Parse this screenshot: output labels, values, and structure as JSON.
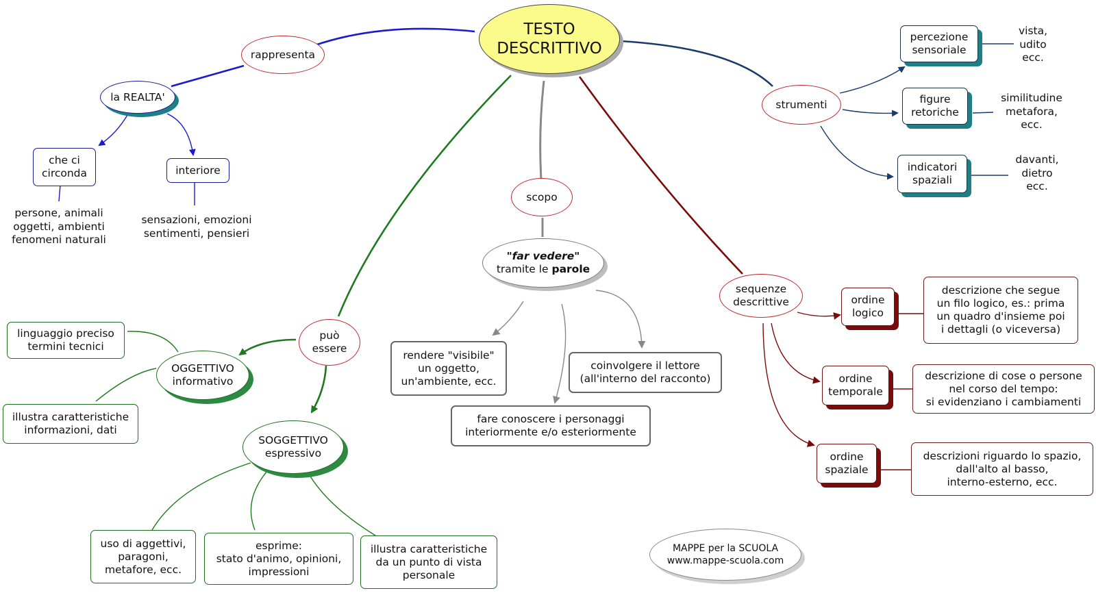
{
  "central": [
    "TESTO",
    "DESCRITTIVO"
  ],
  "rappresenta": "rappresenta",
  "realta": "la REALTA'",
  "circonda": [
    "che ci",
    "circonda"
  ],
  "interiore": "interiore",
  "circonda_text": [
    "persone, animali",
    "oggetti, ambienti",
    "fenomeni naturali"
  ],
  "interiore_text": [
    "sensazioni, emozioni",
    "sentimenti, pensieri"
  ],
  "strumenti": "strumenti",
  "percezione": [
    "percezione",
    "sensoriale"
  ],
  "percezione_text": [
    "vista,",
    "udito",
    "ecc."
  ],
  "figure": [
    "figure",
    "retoriche"
  ],
  "figure_text": [
    "similitudine",
    "metafora,",
    "ecc."
  ],
  "indicatori": [
    "indicatori",
    "spaziali"
  ],
  "indicatori_text": [
    "davanti,",
    "dietro",
    "ecc."
  ],
  "scopo": "scopo",
  "far_vedere": {
    "italic": "\"far vedere\"",
    "prefix": "tramite le ",
    "bold": "parole"
  },
  "rendere": [
    "rendere \"visibile\"",
    "un oggetto,",
    "un'ambiente, ecc."
  ],
  "coinvolgere": [
    "coinvolgere il lettore",
    "(all'interno del racconto)"
  ],
  "conoscere": [
    "fare conoscere i personaggi",
    "interiormente e/o esteriormente"
  ],
  "puo_essere": [
    "può",
    "essere"
  ],
  "oggettivo": [
    "OGGETTIVO",
    "informativo"
  ],
  "linguaggio": [
    "linguaggio preciso",
    "termini tecnici"
  ],
  "illustra_ogg": [
    "illustra caratteristiche",
    "informazioni, dati"
  ],
  "soggettivo": [
    "SOGGETTIVO",
    "espressivo"
  ],
  "uso": [
    "uso di aggettivi,",
    "paragoni,",
    "metafore, ecc."
  ],
  "esprime": [
    "esprime:",
    "stato d'animo, opinioni,",
    "impressioni"
  ],
  "illustra_sogg": [
    "illustra caratteristiche",
    "da un punto di vista",
    "personale"
  ],
  "sequenze": [
    "sequenze",
    "descrittive"
  ],
  "logico": [
    "ordine",
    "logico"
  ],
  "logico_text": [
    "descrizione che segue",
    "un filo logico, es.: prima",
    "un quadro d'insieme poi",
    "i dettagli (o viceversa)"
  ],
  "temporale": [
    "ordine",
    "temporale"
  ],
  "temporale_text": [
    "descrizione di cose o persone",
    "nel corso del tempo:",
    "si evidenziano i cambiamenti"
  ],
  "spaziale": [
    "ordine",
    "spaziale"
  ],
  "spaziale_text": [
    "descrizioni riguardo lo spazio,",
    "dall'alto al basso,",
    "interno-esterno, ecc."
  ],
  "footer": [
    "MAPPE per la SCUOLA",
    "www.mappe-scuola.com"
  ],
  "colors": {
    "central_fill": "#fbfb8c",
    "blue": "#1a1ad0",
    "navy": "#1a3a6a",
    "teal_shadow": "#1f7f86",
    "green": "#1e7a1e",
    "grey": "#888888",
    "dark_red": "#7a0b0b",
    "oval_border": "#c0282c"
  }
}
